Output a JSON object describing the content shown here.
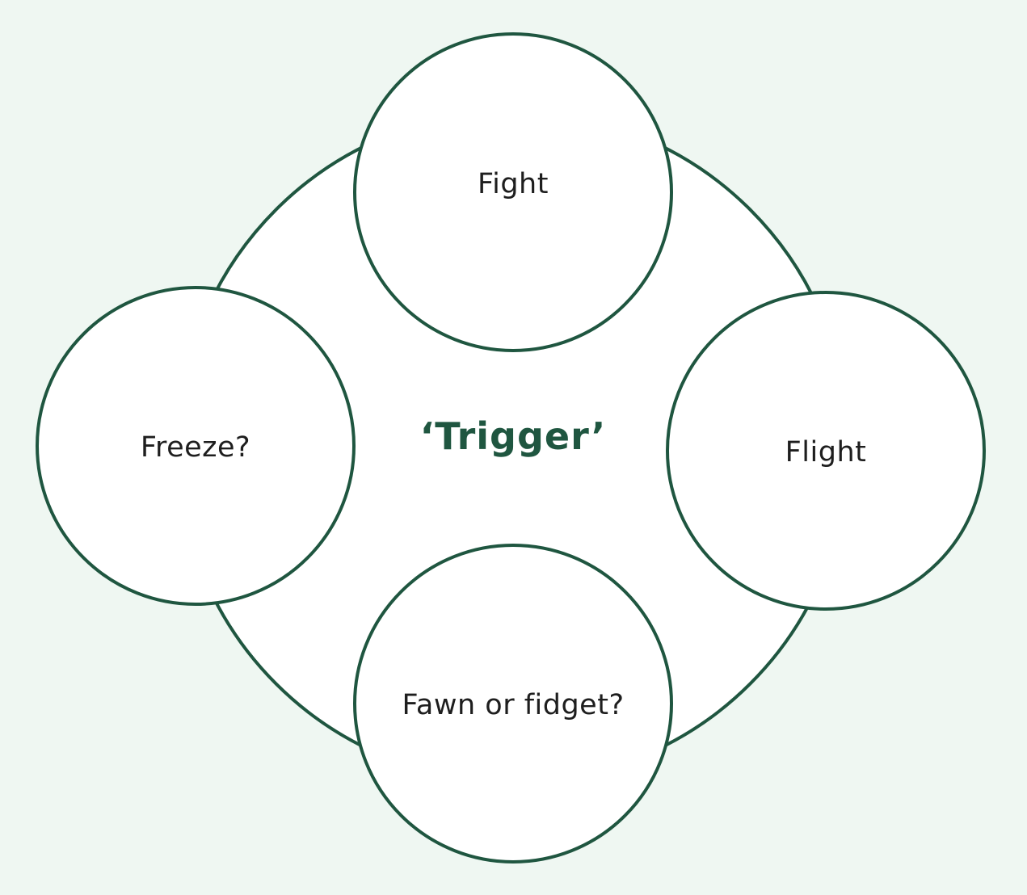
{
  "diagram": {
    "center": {
      "label": "‘Trigger’"
    },
    "nodes": [
      {
        "id": "fight",
        "label": "Fight"
      },
      {
        "id": "flight",
        "label": "Flight"
      },
      {
        "id": "fawn",
        "label": "Fawn or fidget?"
      },
      {
        "id": "freeze",
        "label": "Freeze?"
      }
    ]
  },
  "colors": {
    "background": "#eff7f2",
    "stroke": "#1f5640",
    "fill": "#ffffff",
    "center_text": "#1f5640",
    "node_text": "#1e1e1e"
  }
}
